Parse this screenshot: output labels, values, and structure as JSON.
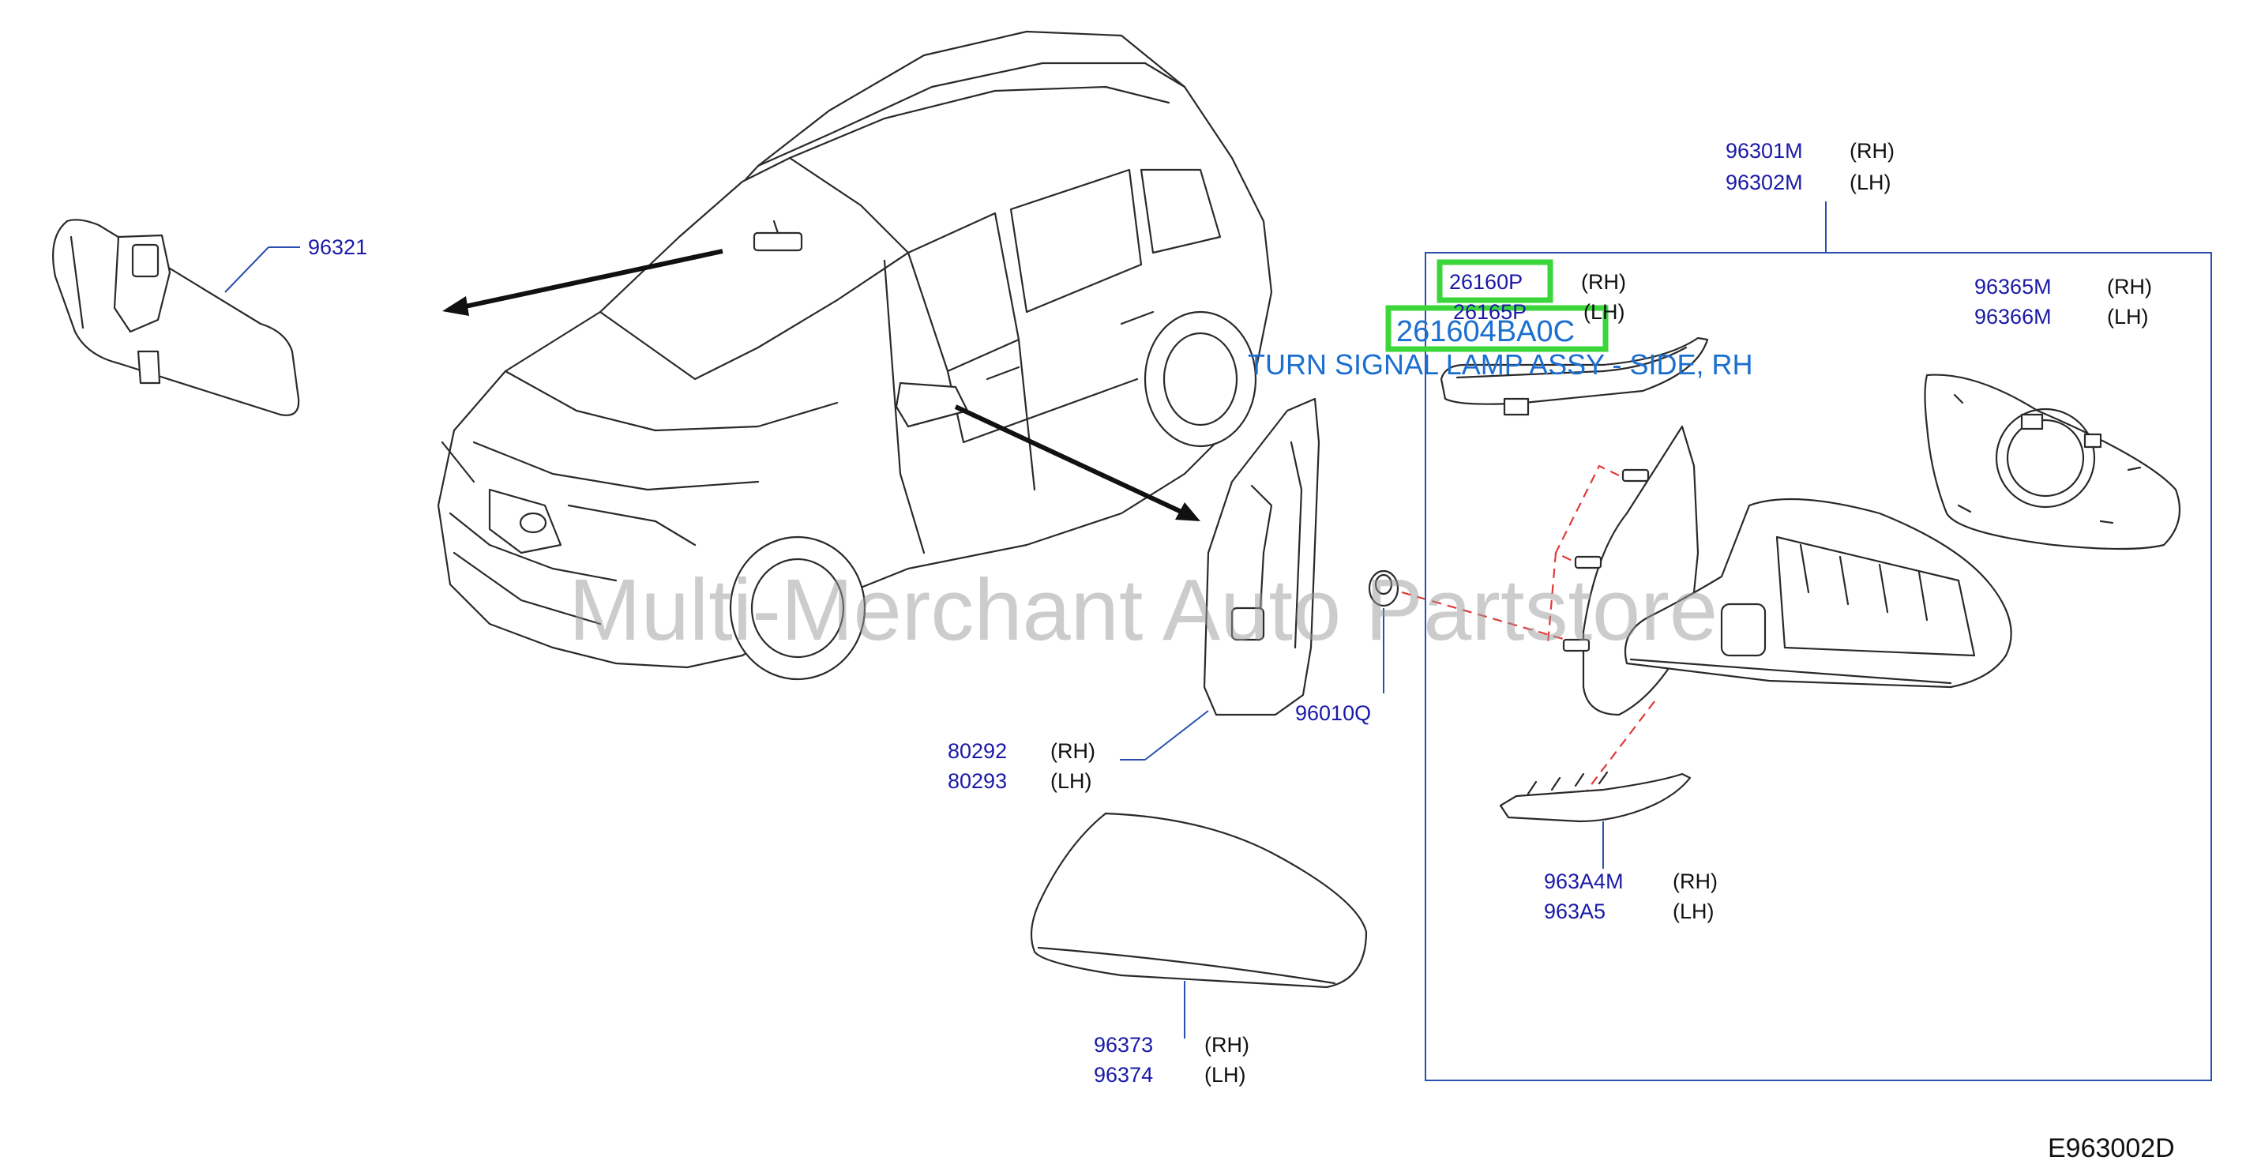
{
  "diagram_code": "E963002D",
  "watermark": "Multi-Merchant Auto Partstore",
  "callout": {
    "part_number": "261604BA0C",
    "description": "TURN SIGNAL LAMP ASSY - SIDE, RH"
  },
  "side_labels": {
    "rh": "(RH)",
    "lh": "(LH)"
  },
  "parts": {
    "inner_mirror": "96321",
    "mirror_assy_rh": "96301M",
    "mirror_assy_lh": "96302M",
    "turn_lamp_rh": "26160P",
    "turn_lamp_lh": "26165P",
    "glass_rh": "96365M",
    "glass_lh": "96366M",
    "finisher_rh": "80292",
    "finisher_lh": "80293",
    "grommet": "96010Q",
    "cover_lower_rh": "963A4M",
    "cover_lower_lh": "963A5",
    "cap_rh": "96373",
    "cap_lh": "96374"
  },
  "colors": {
    "part_number": "#1a1aa8",
    "callout": "#1a6fcf",
    "highlight": "#3ad63a",
    "dashed_guide": "#e03a3a"
  }
}
